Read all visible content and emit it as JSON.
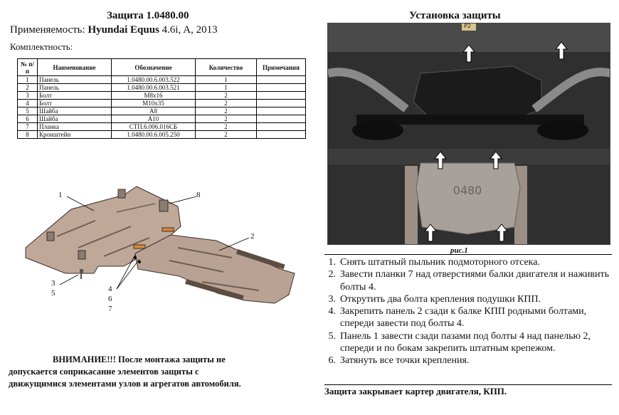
{
  "header": {
    "title": "Защита 1.0480.00",
    "applicability_label": "Применяемость:",
    "model": "Hyundai Equus",
    "engine": "4.6i, A, 2013",
    "kit_label": "Комплектность:"
  },
  "table": {
    "headers": [
      "№ п/п",
      "Наименование",
      "Обозначение",
      "Количество",
      "Примечания"
    ],
    "rows": [
      [
        "1",
        "Панель",
        "1.0480.00.6.003.522",
        "1",
        ""
      ],
      [
        "2",
        "Панель",
        "1.0480.00.6.003.521",
        "1",
        ""
      ],
      [
        "3",
        "Болт",
        "M8x16",
        "2",
        ""
      ],
      [
        "4",
        "Болт",
        "M10x35",
        "2",
        ""
      ],
      [
        "5",
        "Шайба",
        "A8",
        "2",
        ""
      ],
      [
        "6",
        "Шайба",
        "A10",
        "2",
        ""
      ],
      [
        "7",
        "Планка",
        "СТП.6.006.016СБ",
        "2",
        ""
      ],
      [
        "8",
        "Кронштейн",
        "1.0480.00.6.005.250",
        "2",
        ""
      ]
    ]
  },
  "drawing": {
    "callouts": [
      "1",
      "8",
      "2",
      "3",
      "5",
      "4",
      "6",
      "7"
    ],
    "panel_color": "#c0a899",
    "bracket_color": "#d98a3a"
  },
  "warning": {
    "line1": "ВНИМАНИЕ!!! После монтажа защиты не",
    "line2": "допускается соприкасание элементов защиты с",
    "line3": "движущимися элементами узлов и агрегатов автомобиля."
  },
  "installation": {
    "title": "Установка защиты",
    "photo_tag": "P2",
    "photo_plate_text": "0480",
    "figure_caption": "рис.1",
    "steps": [
      {
        "n": "1.",
        "text": "Снять штатный пыльник подмоторного отсека."
      },
      {
        "n": "2.",
        "text": "Завести планки 7 над отверстиями балки двигателя и наживить болты 4."
      },
      {
        "n": "3.",
        "text": "Открутить два болта крепления подушки КПП."
      },
      {
        "n": "4.",
        "text": "Закрепить панель 2 сзади к балке КПП родными болтами, спереди завести под болты 4."
      },
      {
        "n": "5.",
        "text": "Панель 1 завести сзади пазами под болты 4 над панелью 2, спереди и по бокам закрепить штатным крепежом."
      },
      {
        "n": "6.",
        "text": "Затянуть все точки крепления."
      }
    ],
    "summary": "Защита закрывает картер двигателя, КПП."
  }
}
